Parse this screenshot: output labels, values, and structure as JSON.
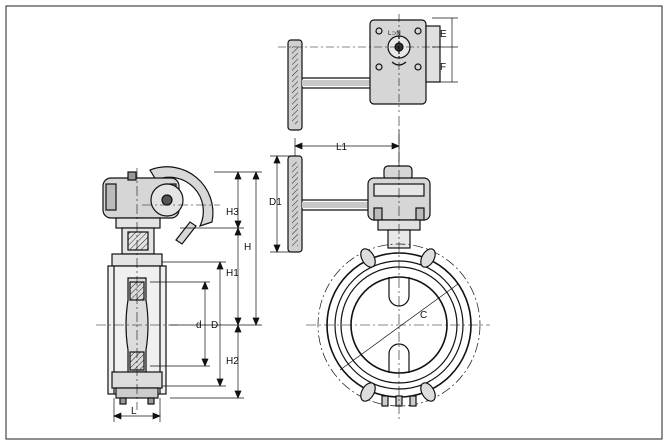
{
  "labels": {
    "E": "E",
    "F": "F",
    "L1": "L1",
    "D1": "D1",
    "H3": "H3",
    "H": "H",
    "H1": "H1",
    "d": "d",
    "D": "D",
    "H2": "H2",
    "L": "L",
    "C": "C",
    "handwheel_mark": "L⊃N"
  }
}
